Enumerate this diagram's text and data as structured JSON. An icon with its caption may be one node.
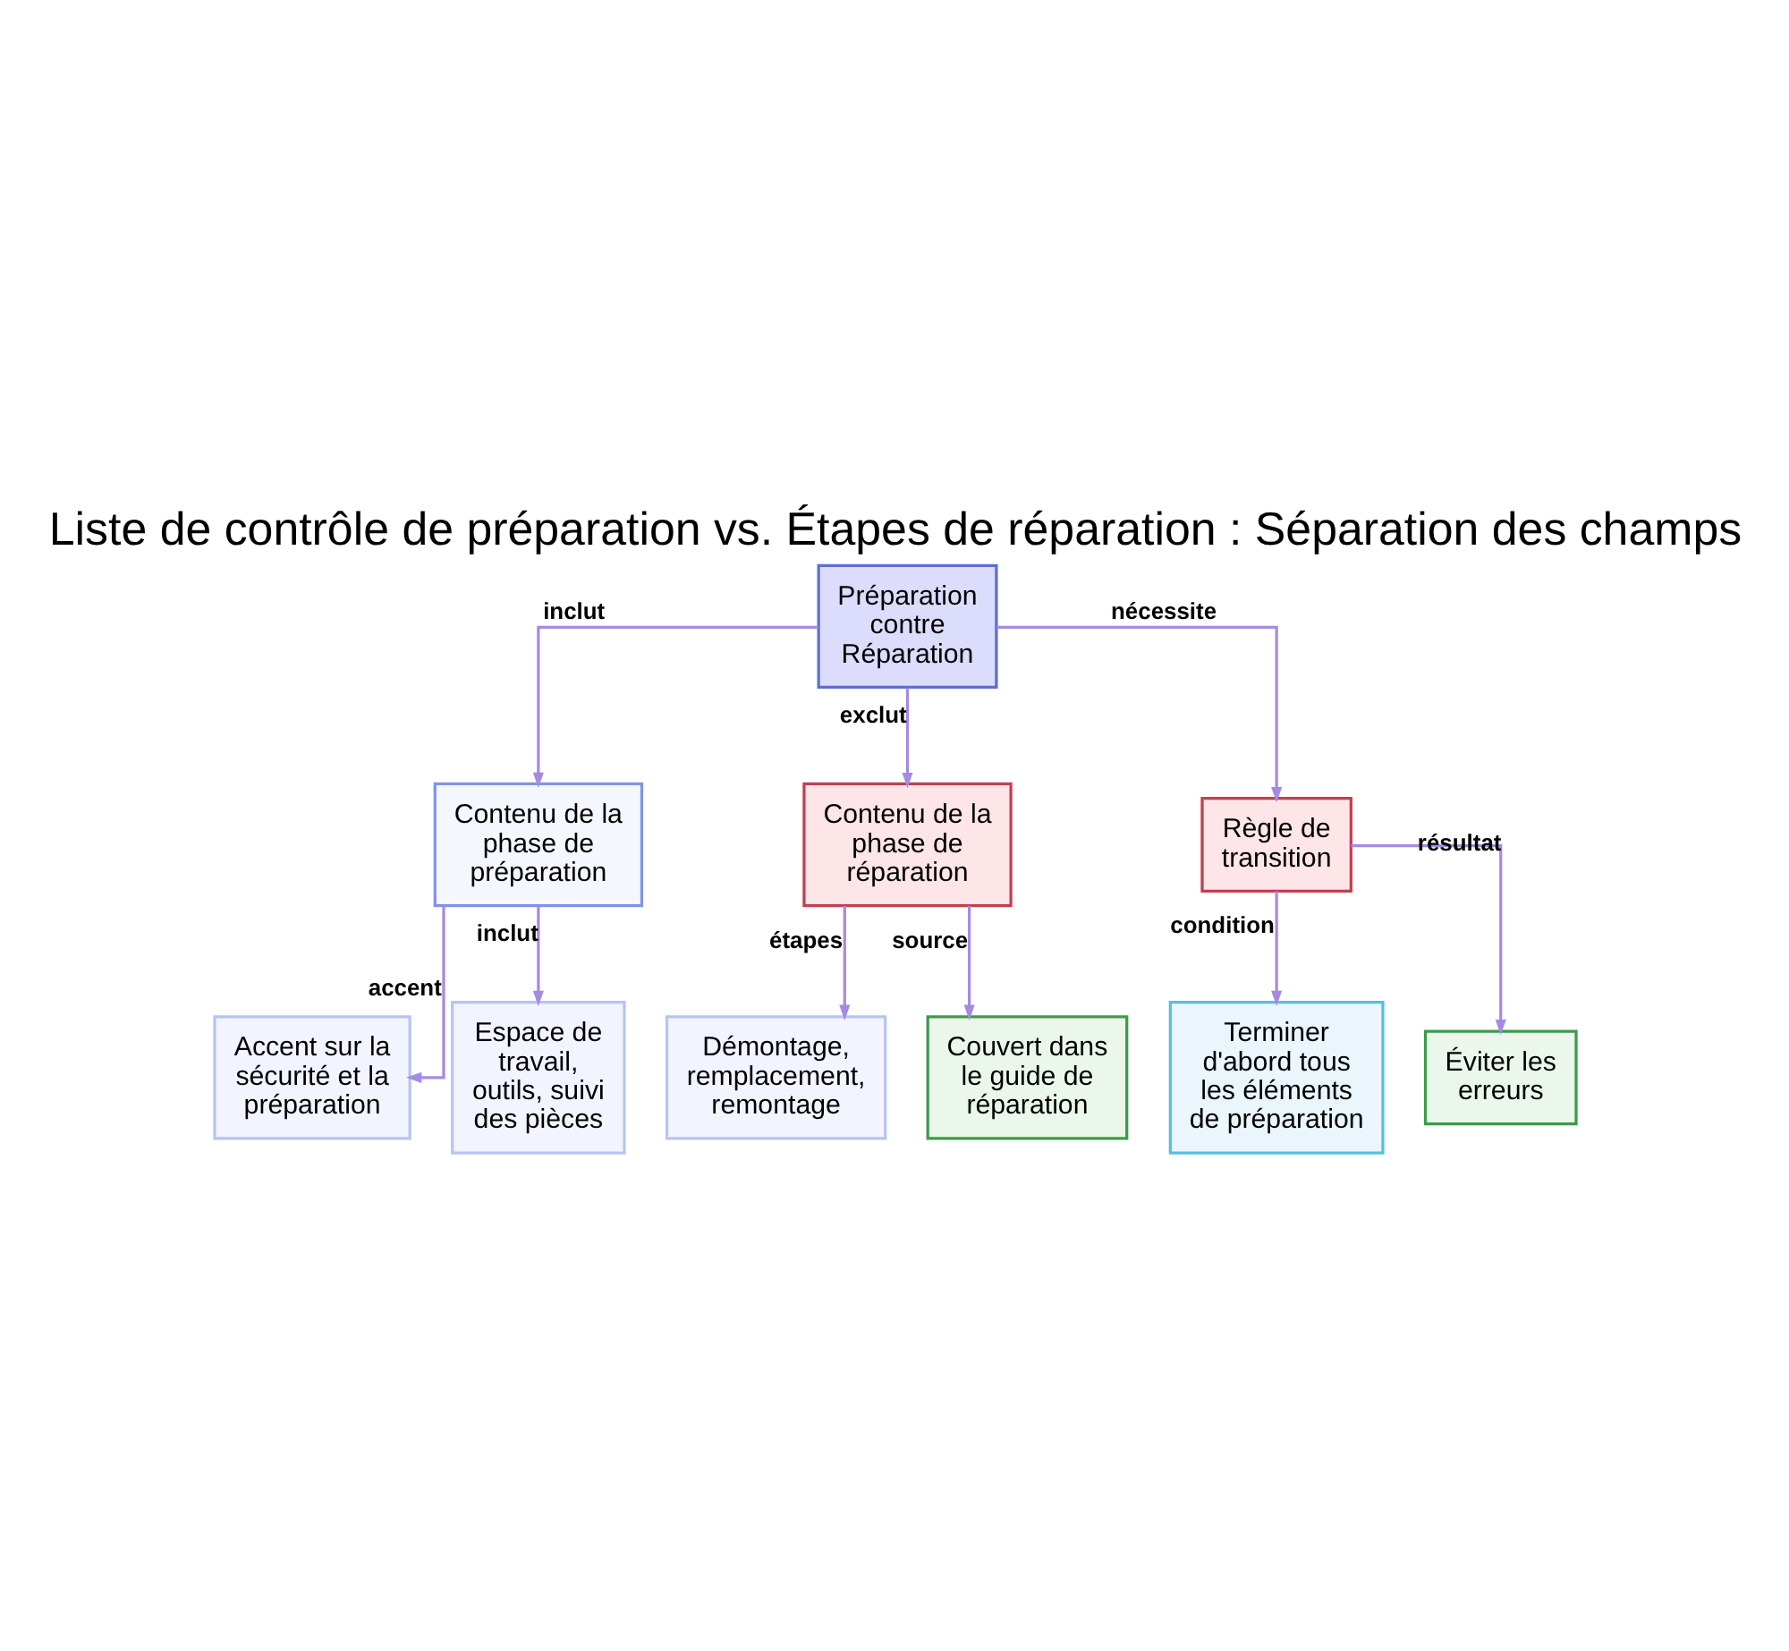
{
  "diagram": {
    "title": "Liste de contrôle de préparation vs. Étapes de réparation : Séparation des champs",
    "nodes": [
      {
        "text": [
          "Préparation contre Réparation"
        ]
      },
      {
        "text": [
          "Contenu de la phase de préparation"
        ]
      },
      {
        "text": [
          "Contenu de la phase de réparation"
        ]
      },
      {
        "text": [
          "Règle de transition"
        ]
      },
      {
        "text": [
          "Accent sur la sécurité et la préparation"
        ]
      },
      {
        "text": [
          "Espace de travail, outils, suivi des pièces"
        ]
      },
      {
        "text": [
          "Démontage, remplacement, remontage"
        ]
      },
      {
        "text": [
          "Couvert dans le guide de réparation"
        ]
      },
      {
        "text": [
          "Terminer d'abord tous les éléments de préparation"
        ]
      },
      {
        "text": [
          "Éviter les erreurs"
        ]
      }
    ],
    "edges": [
      {
        "from": 0,
        "to": 1,
        "arrow": "to",
        "label": "inclut"
      },
      {
        "from": 0,
        "to": 2,
        "arrow": "to",
        "label": "exclut"
      },
      {
        "from": 0,
        "to": 3,
        "arrow": "to",
        "label": "nécessite"
      },
      {
        "from": 1,
        "to": 4,
        "arrow": "to",
        "label": "accent"
      },
      {
        "from": 1,
        "to": 5,
        "arrow": "to",
        "label": "inclut"
      },
      {
        "from": 2,
        "to": 6,
        "arrow": "to",
        "label": "étapes"
      },
      {
        "from": 2,
        "to": 7,
        "arrow": "to",
        "label": "source"
      },
      {
        "from": 3,
        "to": 8,
        "arrow": "to",
        "label": "condition"
      },
      {
        "from": 3,
        "to": 9,
        "arrow": "to",
        "label": "résultat"
      }
    ]
  }
}
